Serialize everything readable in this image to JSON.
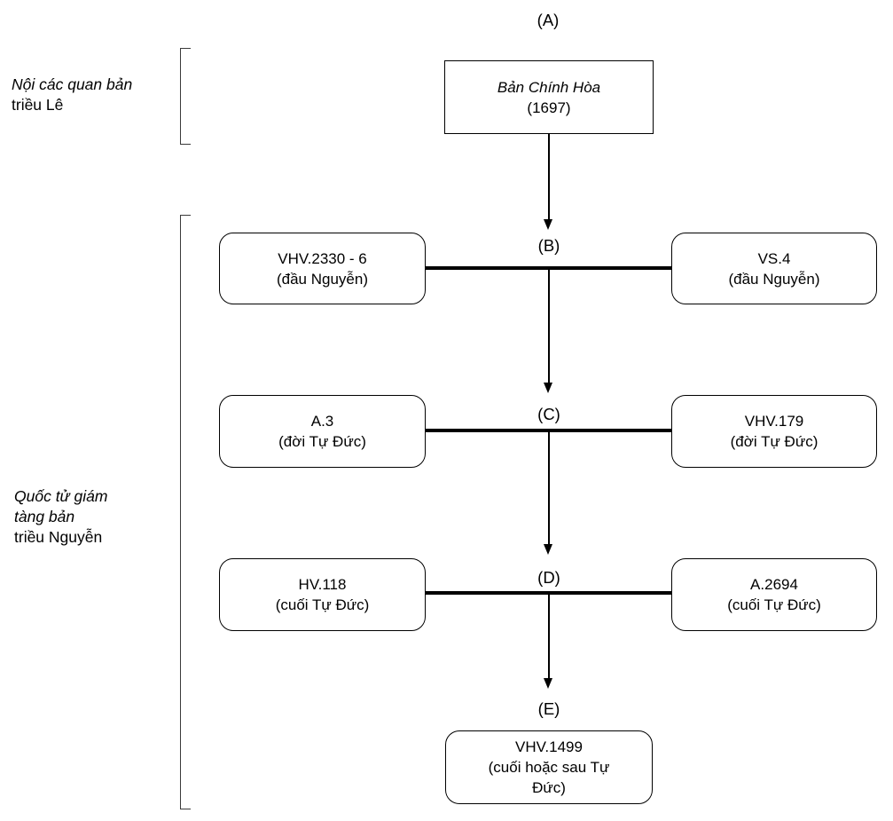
{
  "stages": {
    "a": "(A)",
    "b": "(B)",
    "c": "(C)",
    "d": "(D)",
    "e": "(E)"
  },
  "side_labels": {
    "le_group": {
      "line1": "Nội các quan bản",
      "line2": "triều Lê"
    },
    "nguyen_group": {
      "line1": "Quốc tử giám",
      "line2": "tàng bản",
      "line3": "triều Nguyễn"
    }
  },
  "boxes": {
    "root": {
      "title": "Bản Chính Hòa",
      "subtitle": "(1697)"
    },
    "b_left": {
      "title": "VHV.2330 - 6",
      "subtitle": "(đầu Nguyễn)"
    },
    "b_right": {
      "title": "VS.4",
      "subtitle": "(đầu Nguyễn)"
    },
    "c_left": {
      "title": "A.3",
      "subtitle": "(đời Tự Đức)"
    },
    "c_right": {
      "title": "VHV.179",
      "subtitle": "(đời Tự Đức)"
    },
    "d_left": {
      "title": "HV.118",
      "subtitle": "(cuối Tự Đức)"
    },
    "d_right": {
      "title": "A.2694",
      "subtitle": "(cuối Tự Đức)"
    },
    "e_center": {
      "title": "VHV.1499",
      "subtitle": "(cuối hoặc sau Tự Đức)"
    }
  },
  "colors": {
    "line": "#000000",
    "text": "#000000",
    "background": "#ffffff"
  }
}
